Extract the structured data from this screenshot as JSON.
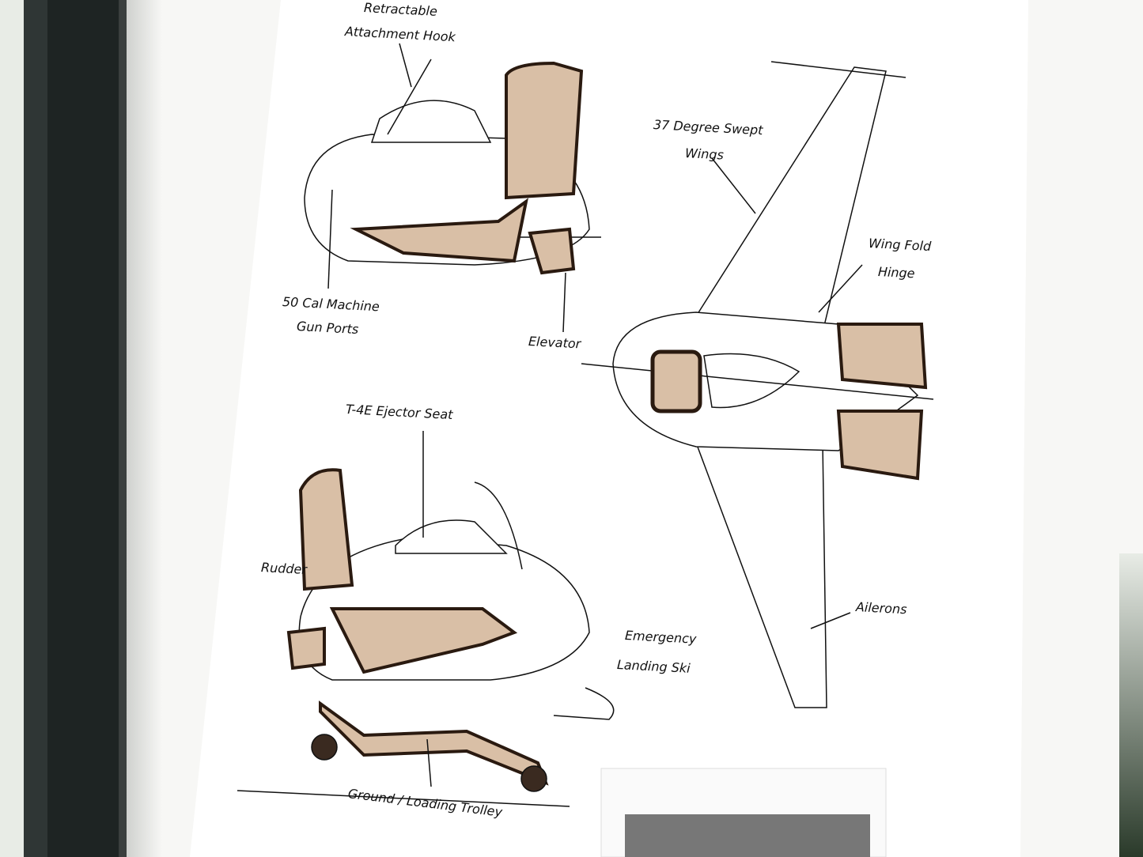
{
  "labels": {
    "hook_1": "Retractable",
    "hook_2": "Attachment Hook",
    "wings_1": "37 Degree Swept",
    "wings_2": "Wings",
    "fold_1": "Wing Fold",
    "fold_2": "Hinge",
    "guns_1": "50 Cal Machine",
    "guns_2": "Gun Ports",
    "elevator": "Elevator",
    "seat": "T-4E Ejector Seat",
    "rudder": "Rudder",
    "ailerons": "Ailerons",
    "ski_1": "Emergency",
    "ski_2": "Landing Ski",
    "trolley": "Ground / Loading Trolley"
  },
  "colors": {
    "frame": "#1e2423",
    "wood": "#d9bfa6",
    "ink": "#111111",
    "paper": "#ffffff"
  }
}
